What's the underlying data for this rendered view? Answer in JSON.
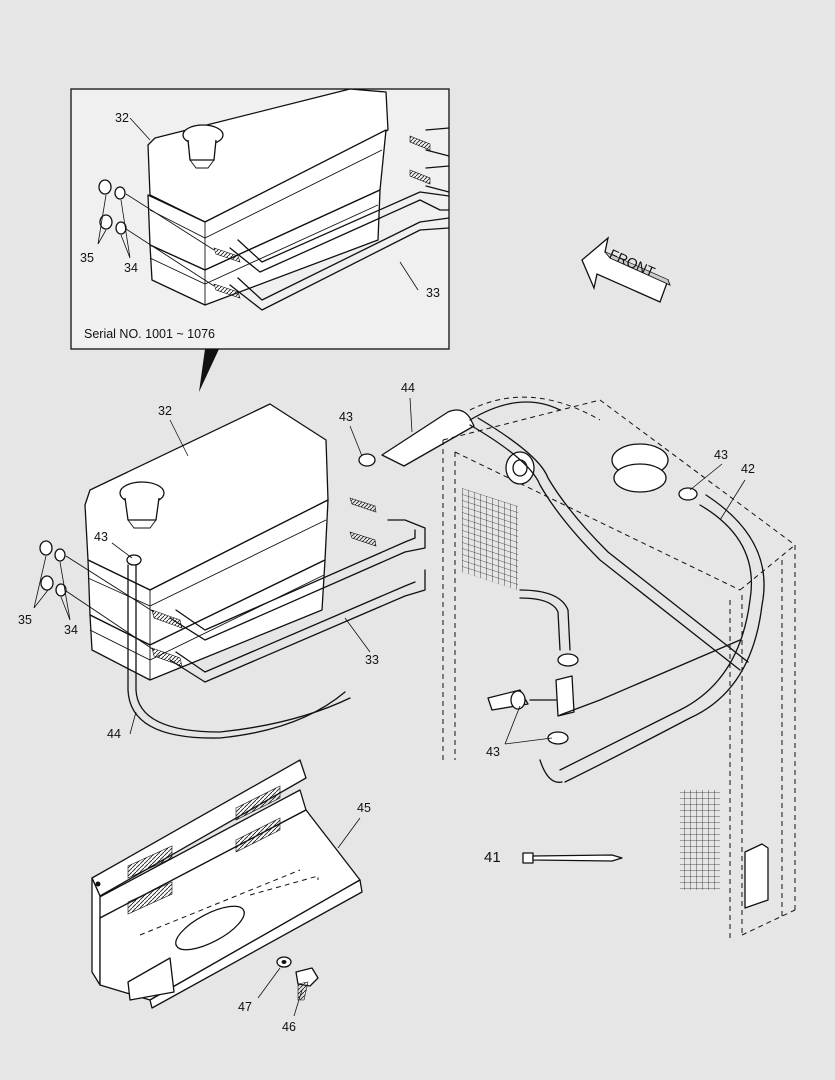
{
  "inset": {
    "caption": "Serial NO. 1001 ~ 1076"
  },
  "direction_arrow": {
    "label": "FRONT"
  },
  "part_labels": {
    "p32_inset": "32",
    "p35_inset": "35",
    "p34_inset": "34",
    "p33_inset": "33",
    "p32": "32",
    "p43_tank": "43",
    "p35": "35",
    "p34": "34",
    "p33": "33",
    "p44_lower": "44",
    "p44_upper": "44",
    "p43_hose": "43",
    "p43_radiator": "43",
    "p42": "42",
    "p43_bottom": "43",
    "p41": "41",
    "p45": "45",
    "p47": "47",
    "p46": "46"
  }
}
